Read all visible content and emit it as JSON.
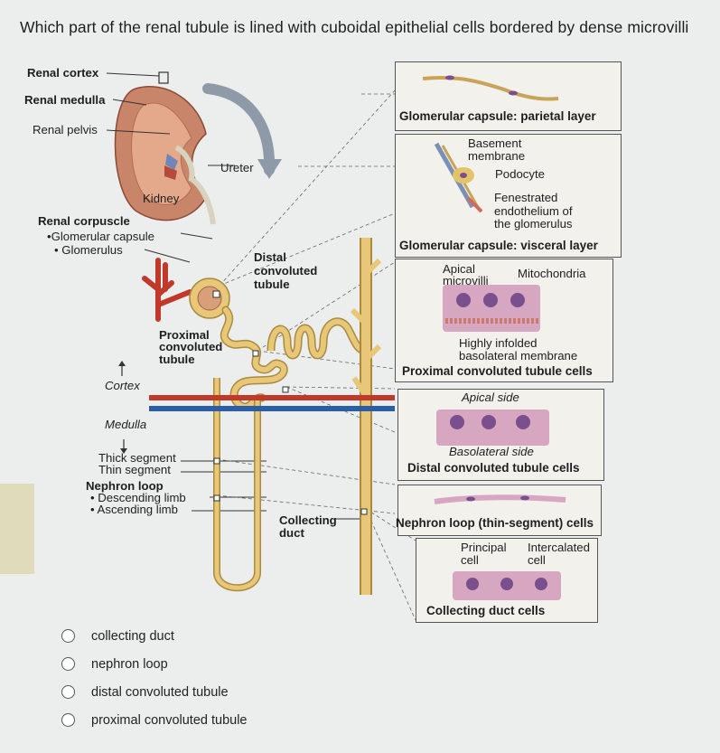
{
  "question": "Which part of the renal tubule is lined with cuboidal epithelial cells bordered by dense microvilli",
  "labels": {
    "renal_cortex": "Renal cortex",
    "renal_medulla": "Renal medulla",
    "renal_pelvis": "Renal pelvis",
    "ureter": "Ureter",
    "kidney": "Kidney",
    "renal_corpuscle": "Renal corpuscle",
    "glomerular_capsule": "•Glomerular capsule",
    "glomerulus": "• Glomerulus",
    "distal_1": "Distal",
    "distal_2": "convoluted",
    "distal_3": "tubule",
    "proximal_1": "Proximal",
    "proximal_2": "convoluted",
    "proximal_3": "tubule",
    "cortex": "Cortex",
    "medulla": "Medulla",
    "thick_segment": "Thick segment",
    "thin_segment": "Thin segment",
    "nephron_loop": "Nephron loop",
    "descending_limb": "• Descending limb",
    "ascending_limb": "• Ascending limb",
    "collecting_1": "Collecting",
    "collecting_2": "duct"
  },
  "panels": {
    "parietal_caption": "Glomerular capsule: parietal layer",
    "basement_1": "Basement",
    "basement_2": "membrane",
    "podocyte": "Podocyte",
    "fenestrated_1": "Fenestrated",
    "fenestrated_2": "endothelium of",
    "fenestrated_3": "the glomerulus",
    "visceral_caption": "Glomerular capsule: visceral layer",
    "apical_1": "Apical",
    "apical_2": "microvilli",
    "mitochondria": "Mitochondria",
    "infolded_1": "Highly infolded",
    "infolded_2": "basolateral membrane",
    "proximal_caption": "Proximal convoluted tubule cells",
    "apical_side": "Apical side",
    "basolateral_side": "Basolateral side",
    "distal_caption": "Distal convoluted tubule cells",
    "loop_caption": "Nephron loop (thin-segment) cells",
    "principal_1": "Principal",
    "principal_2": "cell",
    "intercalated_1": "Intercalated",
    "intercalated_2": "cell",
    "collecting_caption": "Collecting duct cells"
  },
  "options": [
    {
      "label": "collecting duct"
    },
    {
      "label": "nephron loop"
    },
    {
      "label": "distal convoluted tubule"
    },
    {
      "label": "proximal convoluted tubule"
    }
  ],
  "colors": {
    "artery": "#c0392b",
    "vein": "#2b5ea8",
    "tubule": "#e8c878",
    "tubule_stroke": "#a98a3e",
    "cell_pink": "#d7a6c0",
    "nucleus": "#7a4f8e"
  }
}
